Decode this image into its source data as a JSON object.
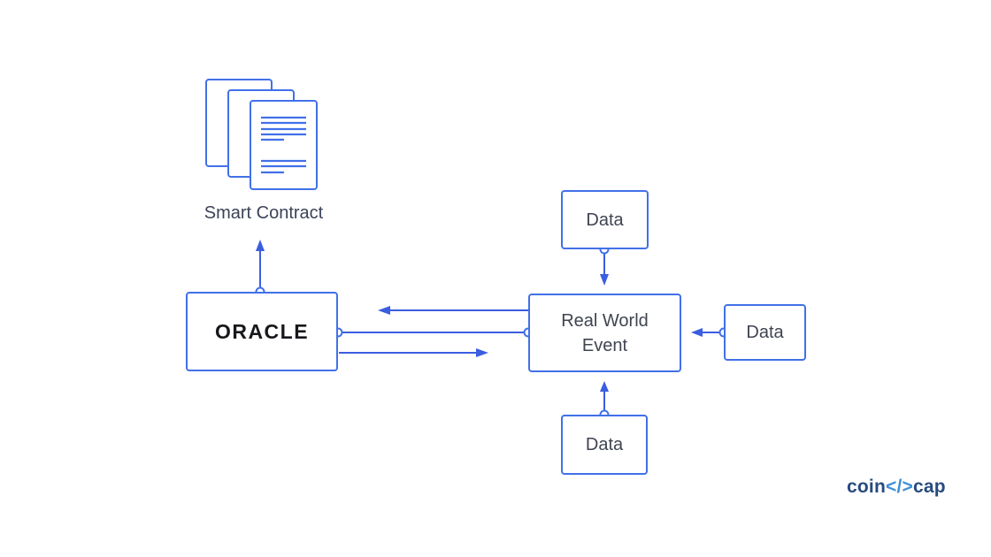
{
  "canvas": {
    "background": "#ffffff"
  },
  "colors": {
    "box_border_blue": "#4170e8",
    "arrow_blue": "#3b5de0",
    "node_text": "#3f4450",
    "oracle_text": "#17181c",
    "smart_contract_label_text": "#3c4257",
    "logo_navy": "#274b7f",
    "logo_light_blue": "#3f8ed5"
  },
  "nodes": {
    "smart_contract": {
      "label": "Smart Contract",
      "icon": "stacked-documents-icon"
    },
    "oracle": {
      "label": "ORACLE"
    },
    "real_world_event": {
      "label": "Real World Event"
    },
    "data_top": {
      "label": "Data"
    },
    "data_right": {
      "label": "Data"
    },
    "data_bottom": {
      "label": "Data"
    }
  },
  "edges": [
    {
      "from": "oracle",
      "to": "smart_contract",
      "style": "arrow-up"
    },
    {
      "from": "real_world_event",
      "to": "oracle",
      "style": "arrow-left"
    },
    {
      "from": "oracle",
      "to": "real_world_event",
      "style": "plain-line-with-endpoints"
    },
    {
      "from": "oracle",
      "to": "real_world_event",
      "style": "arrow-right"
    },
    {
      "from": "data_top",
      "to": "real_world_event",
      "style": "arrow-down"
    },
    {
      "from": "data_right",
      "to": "real_world_event",
      "style": "arrow-left"
    },
    {
      "from": "data_bottom",
      "to": "real_world_event",
      "style": "arrow-up"
    }
  ],
  "logo": {
    "prefix": "coin",
    "symbol": "</>",
    "suffix": "cap"
  }
}
